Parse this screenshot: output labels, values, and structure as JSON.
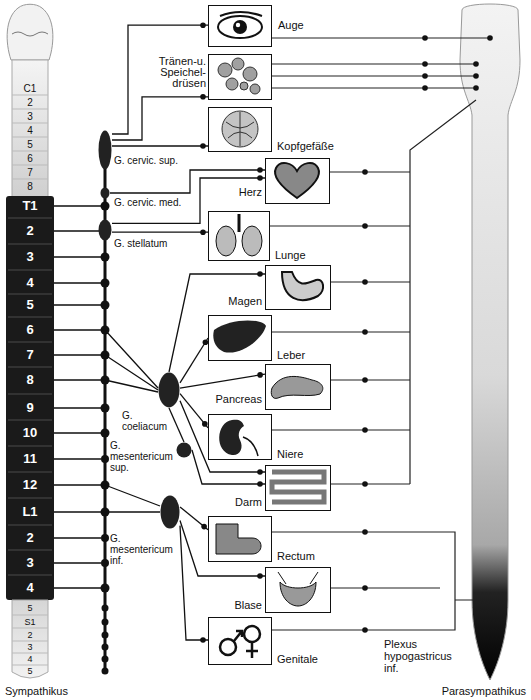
{
  "diagram": {
    "nodes": [
      {
        "text": [
          "Auge"
        ]
      },
      {
        "text": [
          "Tränen-u. Speichel- drüsen"
        ]
      },
      {
        "text": [
          "G. cervic. sup."
        ]
      },
      {
        "text": [
          "Kopfgefäße"
        ]
      },
      {
        "text": [
          "G. cervic. med."
        ]
      },
      {
        "text": [
          "Herz"
        ]
      },
      {
        "text": [
          "G. stellatum"
        ]
      },
      {
        "text": [
          "Lunge"
        ]
      },
      {
        "text": [
          "Magen"
        ]
      },
      {
        "text": [
          "G. coeliacum"
        ]
      },
      {
        "text": [
          "Leber"
        ]
      },
      {
        "text": [
          "Pancreas"
        ]
      },
      {
        "text": [
          "Niere"
        ]
      },
      {
        "text": [
          "G. mesentericum sup."
        ]
      },
      {
        "text": [
          "Darm"
        ]
      },
      {
        "text": [
          "G. mesentericum inf."
        ]
      },
      {
        "text": [
          "Rectum"
        ]
      },
      {
        "text": [
          "Blase"
        ]
      },
      {
        "text": [
          "Genitale"
        ]
      }
    ],
    "edges": [
      {
        "from": 2,
        "to": 0,
        "arrow": "none"
      },
      {
        "from": 2,
        "to": 1,
        "arrow": "none"
      },
      {
        "from": 2,
        "to": 3,
        "arrow": "none"
      },
      {
        "from": 4,
        "to": 5,
        "arrow": "none"
      },
      {
        "from": 6,
        "to": 5,
        "arrow": "none"
      },
      {
        "from": 6,
        "to": 7,
        "arrow": "none"
      },
      {
        "from": 9,
        "to": 8,
        "arrow": "none"
      },
      {
        "from": 9,
        "to": 10,
        "arrow": "none"
      },
      {
        "from": 9,
        "to": 11,
        "arrow": "none"
      },
      {
        "from": 9,
        "to": 12,
        "arrow": "none"
      },
      {
        "from": 9,
        "to": 14,
        "arrow": "none"
      },
      {
        "from": 13,
        "to": 14,
        "arrow": "none"
      },
      {
        "from": 15,
        "to": 16,
        "arrow": "none"
      },
      {
        "from": 15,
        "to": 17,
        "arrow": "none"
      },
      {
        "from": 15,
        "to": 18,
        "arrow": "none"
      },
      {
        "from": 9,
        "to": 13,
        "arrow": "none"
      }
    ],
    "labels": [
      "C1",
      "2",
      "3",
      "4",
      "5",
      "6",
      "7",
      "8",
      "T1",
      "2",
      "3",
      "4",
      "5",
      "6",
      "7",
      "8",
      "9",
      "10",
      "11",
      "12",
      "L1",
      "2",
      "3",
      "4",
      "5",
      "S1",
      "2",
      "3",
      "4",
      "5",
      "Sympathikus",
      "Parasympathikus",
      "Plexus hypogastricus inf."
    ]
  }
}
